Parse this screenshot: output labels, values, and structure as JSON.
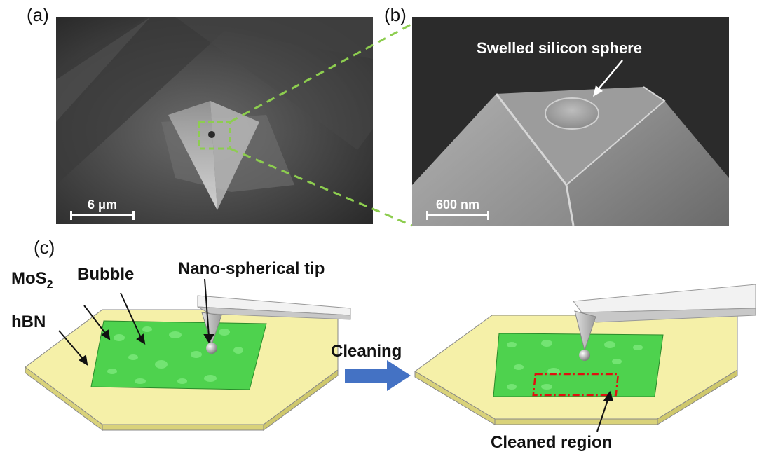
{
  "panels": {
    "a": {
      "letter": "(a)",
      "scale_label": "6 μm"
    },
    "b": {
      "letter": "(b)",
      "scale_label": "600 nm",
      "annotation": "Swelled silicon sphere"
    },
    "c": {
      "letter": "(c)"
    }
  },
  "schematic": {
    "labels": {
      "mos2_main": "MoS",
      "mos2_sub": "2",
      "bubble": "Bubble",
      "hbn": "hBN",
      "tip": "Nano-spherical tip",
      "arrow": "Cleaning",
      "cleaned": "Cleaned region"
    }
  },
  "colors": {
    "hbn_fill": "#f5f0a8",
    "mos2_fill": "#4ed24e",
    "zoom_dash": "#8dcd4f",
    "arrow": "#4472c4",
    "cleaned_outline": "#e01010"
  }
}
